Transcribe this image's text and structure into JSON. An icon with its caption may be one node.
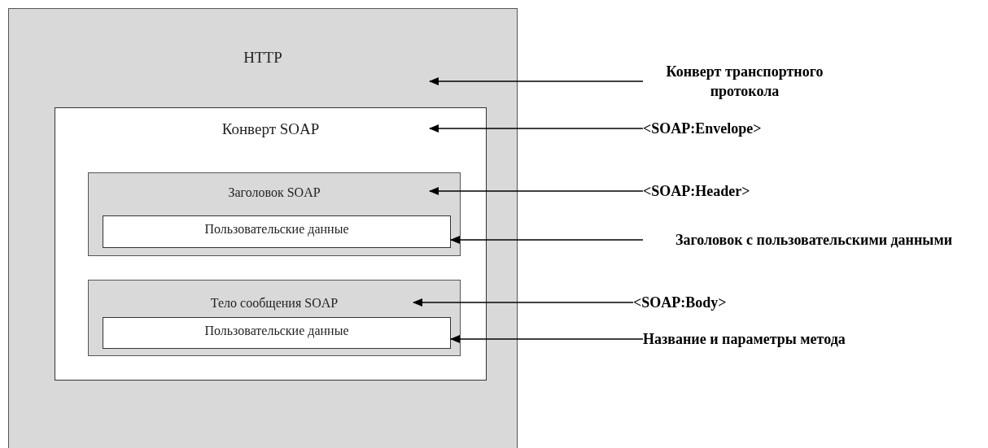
{
  "diagram": {
    "nodes": [
      {
        "text": [
          "HTTP"
        ]
      },
      {
        "text": [
          "Конверт SOAP"
        ],
        "in": 0
      },
      {
        "text": [
          "Заголовок SOAP"
        ],
        "in": 1
      },
      {
        "text": [
          "Пользовательские данные"
        ],
        "in": 2
      },
      {
        "text": [
          "Тело сообщения SOAP"
        ],
        "in": 1
      },
      {
        "text": [
          "Пользовательские данные"
        ],
        "in": 4
      },
      {
        "text": [
          "Конверт транспортного протокола"
        ]
      },
      {
        "text": [
          "<SOAP:Envelope>"
        ]
      },
      {
        "text": [
          "<SOAP:Header>"
        ]
      },
      {
        "text": [
          "Заголовок с пользовательскими данными"
        ]
      },
      {
        "text": [
          "<SOAP:Body>"
        ]
      },
      {
        "text": [
          "Название и параметры метода"
        ]
      }
    ],
    "edges": [
      {
        "from": 6,
        "to": 0,
        "arrow": "to"
      },
      {
        "from": 7,
        "to": 1,
        "arrow": "to"
      },
      {
        "from": 8,
        "to": 2,
        "arrow": "to"
      },
      {
        "from": 9,
        "to": 3,
        "arrow": "to"
      },
      {
        "from": 10,
        "to": 4,
        "arrow": "to"
      },
      {
        "from": 11,
        "to": 5,
        "arrow": "to"
      }
    ]
  }
}
